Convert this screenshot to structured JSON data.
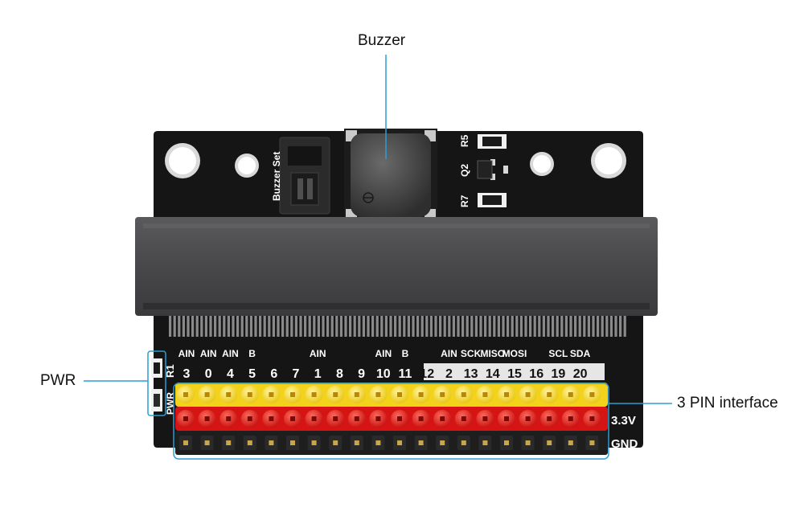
{
  "callouts": {
    "buzzer": "Buzzer",
    "pwr": "PWR",
    "interface": "3 PIN interface"
  },
  "board": {
    "labels": {
      "buzzer_set": "Buzzer Set",
      "r5": "R5",
      "q2": "Q2",
      "r7": "R7",
      "r1": "R1",
      "pwr_vertical": "PWR",
      "vcc_row": "3.3V",
      "gnd_row": "GND"
    },
    "pin_numbers": [
      "3",
      "0",
      "4",
      "5",
      "6",
      "7",
      "1",
      "8",
      "9",
      "10",
      "11",
      "12",
      "2",
      "13",
      "14",
      "15",
      "16",
      "19",
      "20"
    ],
    "pin_functions": [
      "AIN",
      "AIN",
      "AIN",
      "B",
      "",
      "",
      "AIN",
      "",
      "",
      "AIN",
      "B",
      "",
      "AIN",
      "SCK",
      "MISO",
      "MOSI",
      "",
      "SCL",
      "SDA"
    ]
  },
  "colors": {
    "background": "#ffffff",
    "board": "#141414",
    "slot": "#4a4a4c",
    "signal_row": "#f2d21a",
    "power_row": "#d61414",
    "ground_row": "#1a1a1a",
    "callout_line": "#2a9fd6",
    "label_box": "#e6e6e6"
  }
}
